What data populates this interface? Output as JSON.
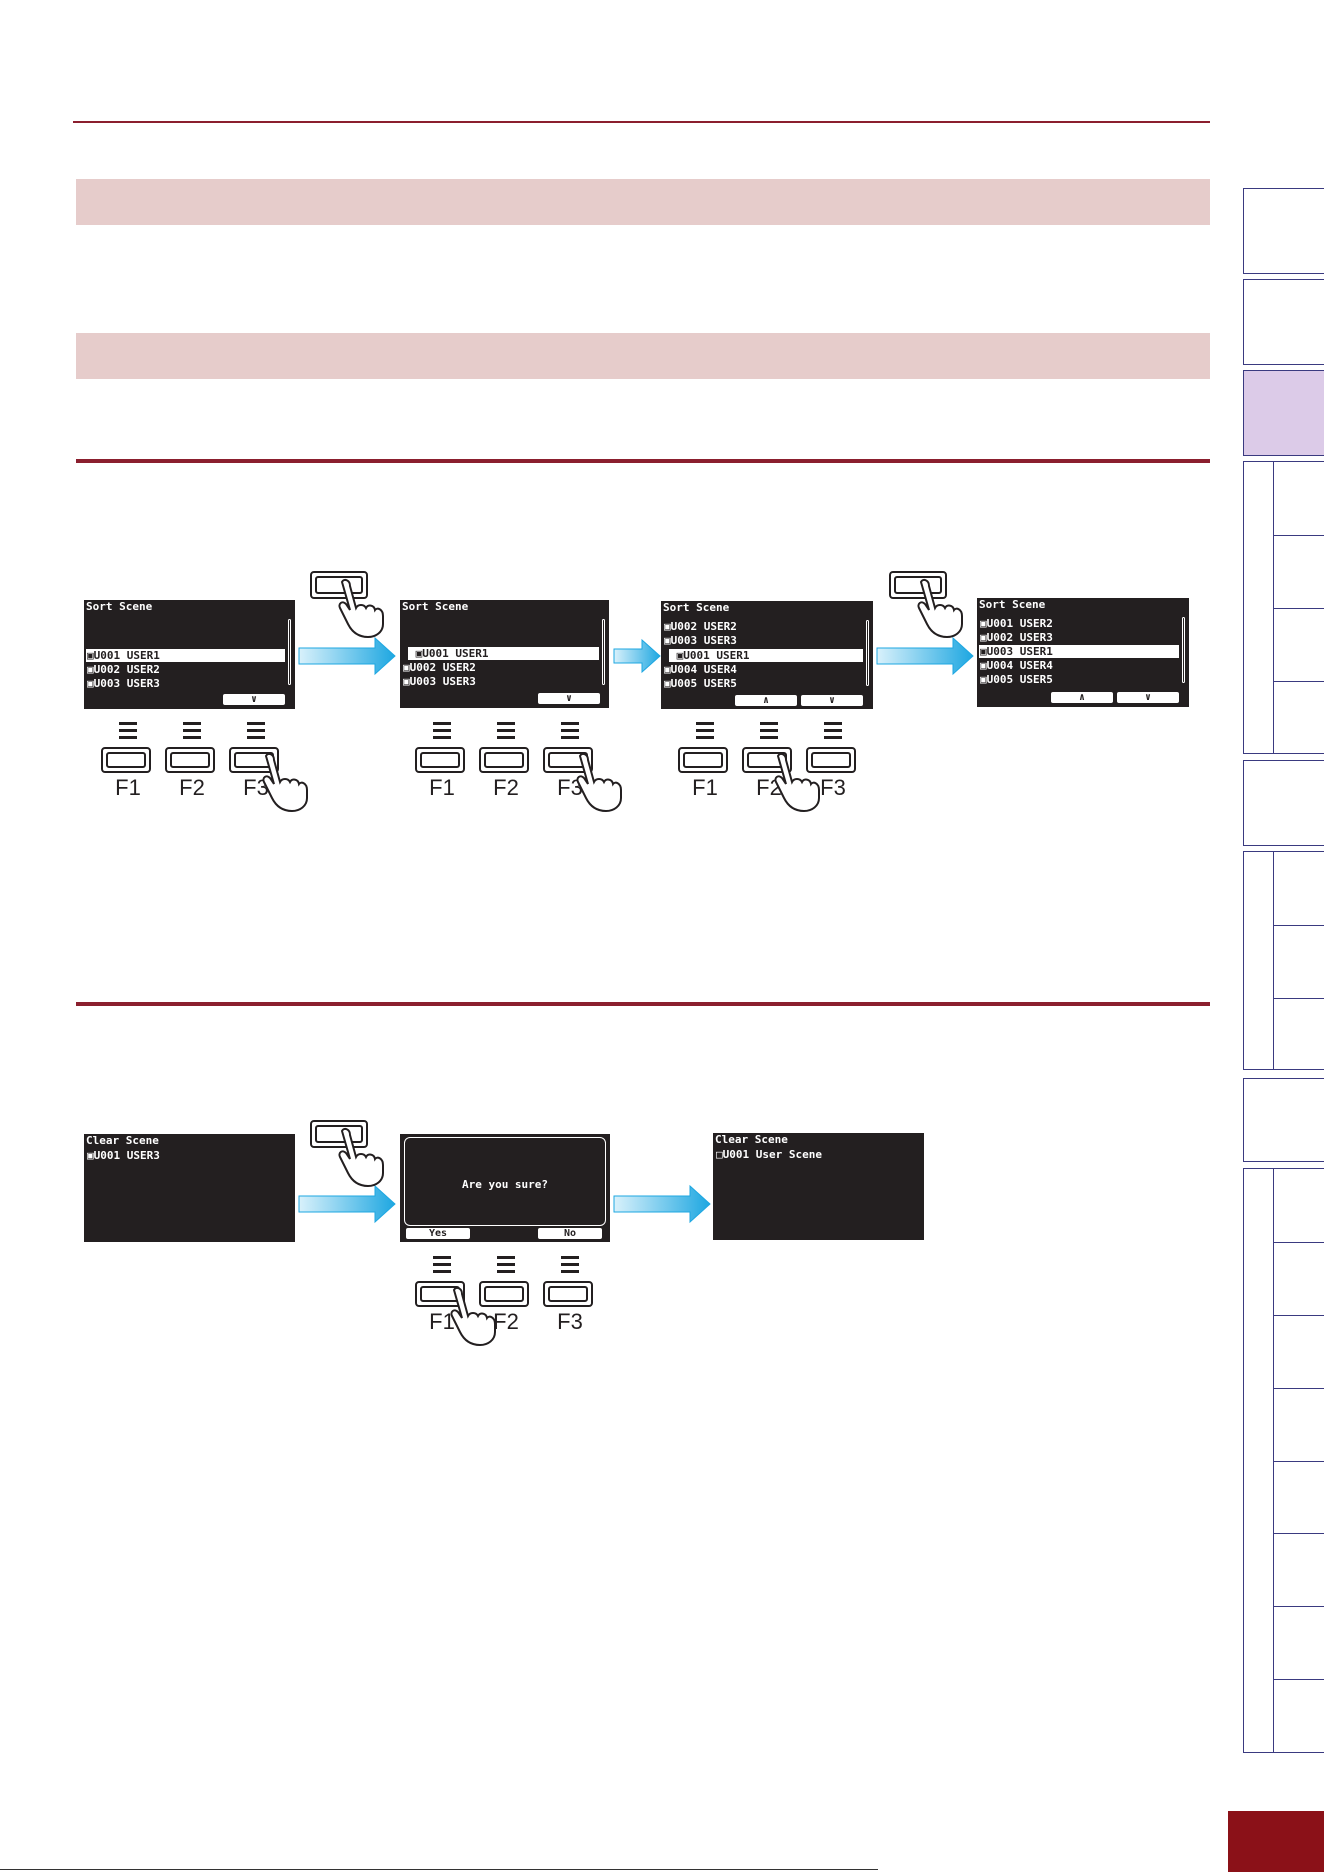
{
  "colors": {
    "accent": "#8b1f2e",
    "band": "#e6cccb",
    "lcd": "#231f20",
    "arrow": "#29a9e1",
    "tab_active": "#dccbe8"
  },
  "sort_section": {
    "screens": [
      {
        "title": "Sort Scene",
        "rows": [
          "▣U001 USER1",
          "▣U002 USER2",
          "▣U003 USER3"
        ],
        "selected": 0,
        "buttons": [
          "∨"
        ]
      },
      {
        "title": "Sort Scene",
        "rows": [
          " ▣U001 USER1",
          "▣U002 USER2",
          "▣U003 USER3"
        ],
        "selected": 0,
        "buttons": [
          "∨"
        ]
      },
      {
        "title": "Sort Scene",
        "rows": [
          "▣U002 USER2",
          "▣U003 USER3",
          " ▣U001 USER1",
          "▣U004 USER4",
          "▣U005 USER5"
        ],
        "selected": 2,
        "buttons": [
          "∧",
          "∨"
        ]
      },
      {
        "title": "Sort Scene",
        "rows": [
          "▣U001 USER2",
          "▣U002 USER3",
          "▣U003 USER1",
          "▣U004 USER4",
          "▣U005 USER5"
        ],
        "selected": 2,
        "buttons": [
          "∧",
          "∨"
        ]
      }
    ],
    "function_labels": [
      "F1",
      "F2",
      "F3"
    ]
  },
  "clear_section": {
    "screens": [
      {
        "title": "Clear Scene",
        "rows": [
          "▣U001 USER3"
        ]
      },
      {
        "message": "Are you sure?",
        "yes": "Yes",
        "no": "No"
      },
      {
        "title": "Clear Scene",
        "rows": [
          "□U001 User Scene"
        ]
      }
    ],
    "function_labels": [
      "F1",
      "F2",
      "F3"
    ]
  },
  "icons": [
    "pointing-hand-icon",
    "arrow-right-icon",
    "function-indicator-icon"
  ]
}
